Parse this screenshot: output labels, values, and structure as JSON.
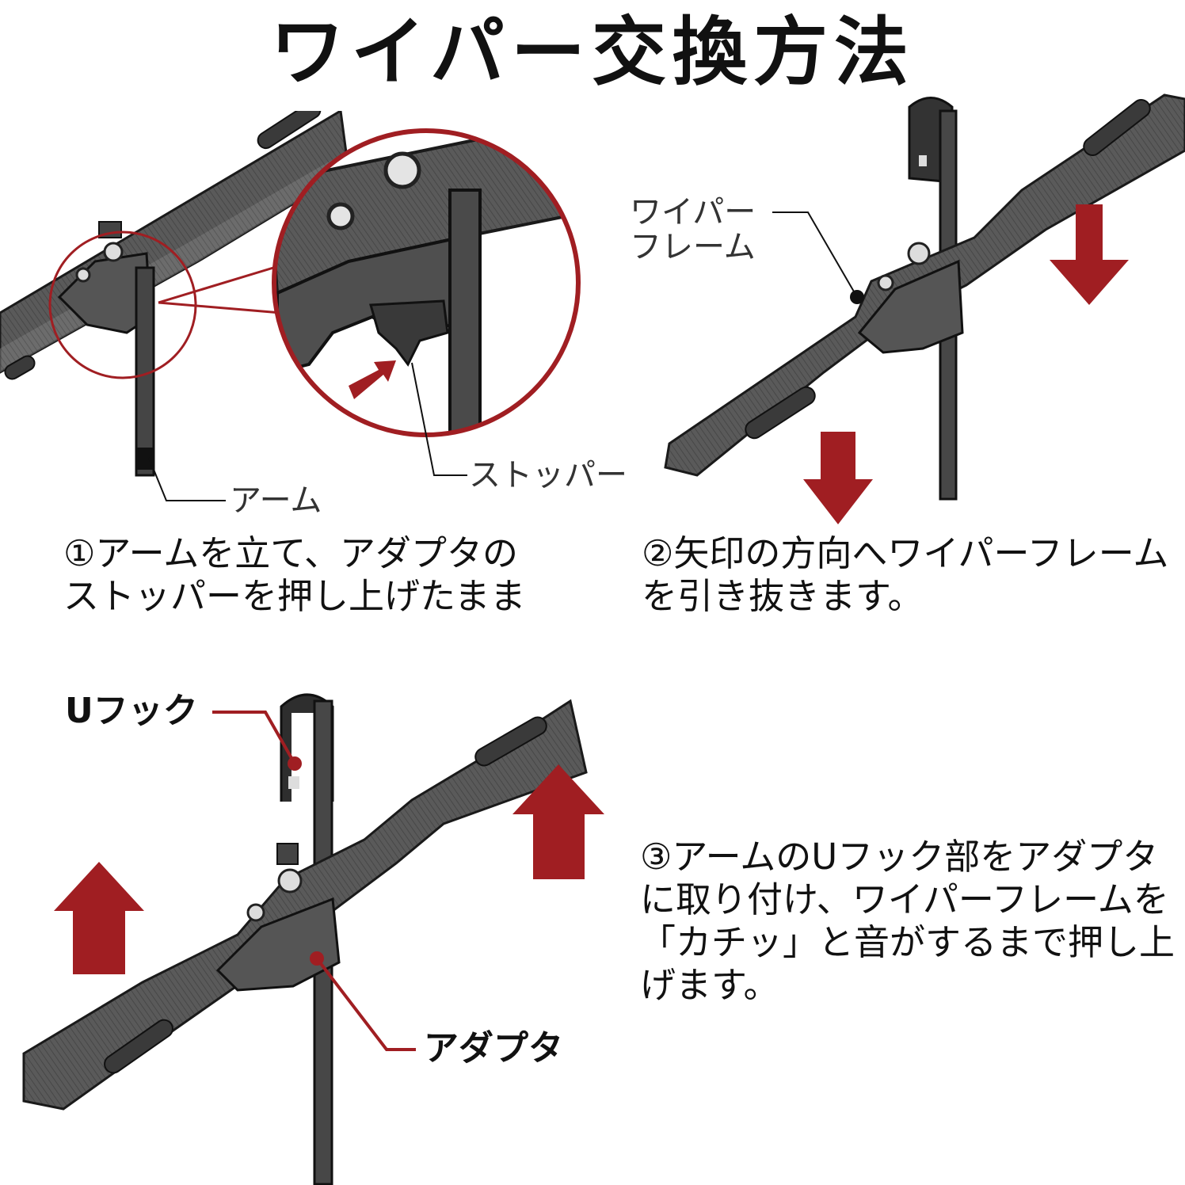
{
  "title": "ワイパー交換方法",
  "colors": {
    "accent_red": "#a01e22",
    "blade_dark": "#4a4a4a",
    "blade_mid": "#6e6e6e",
    "outline": "#1a1a1a",
    "background": "#ffffff"
  },
  "labels": {
    "arm": "アーム",
    "stopper": "ストッパー",
    "wiper_frame_line1": "ワイパー",
    "wiper_frame_line2": "フレーム",
    "u_hook": "Uフック",
    "adapter": "アダプタ"
  },
  "steps": [
    {
      "lines": [
        "①アームを立て、アダプタの",
        "ストッパーを押し上げたまま"
      ]
    },
    {
      "lines": [
        "②矢印の方向へワイパーフレーム",
        "を引き抜きます。"
      ]
    },
    {
      "lines": [
        "③アームのUフック部をアダプタ",
        "に取り付け、ワイパーフレームを",
        "「カチッ」と音がするまで押し上",
        "げます。"
      ]
    }
  ],
  "icons": {
    "arrow_push": "push-arrow-icon",
    "arrow_down": "down-arrow-icon",
    "arrow_up": "up-arrow-icon",
    "zoom_circle": "magnifier-circle"
  }
}
